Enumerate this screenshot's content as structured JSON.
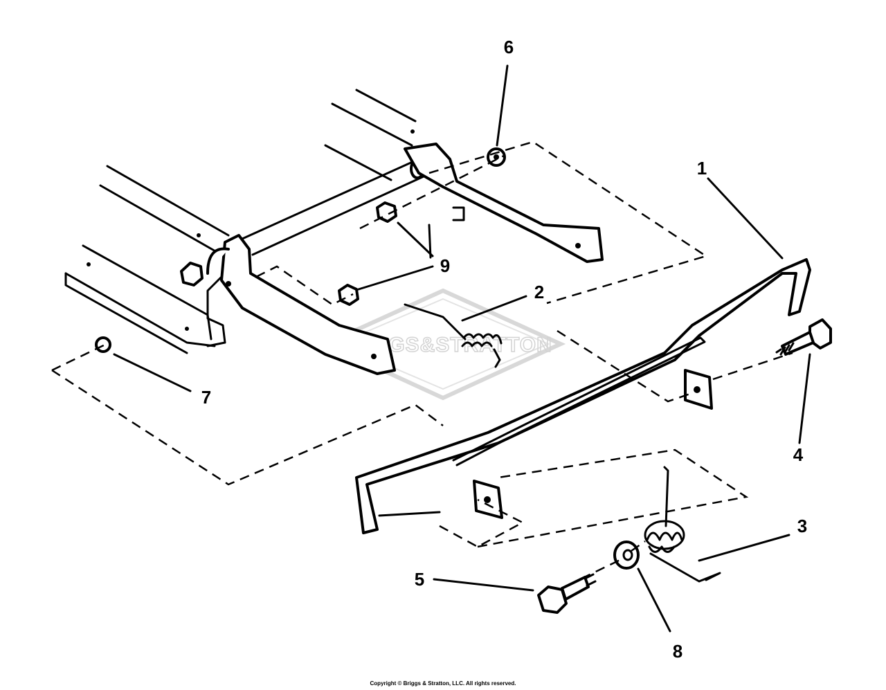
{
  "watermark": {
    "text": "BRIGGS&STRATTON"
  },
  "callouts": [
    {
      "id": "1",
      "label": "1"
    },
    {
      "id": "2",
      "label": "2"
    },
    {
      "id": "3",
      "label": "3"
    },
    {
      "id": "4",
      "label": "4"
    },
    {
      "id": "5",
      "label": "5"
    },
    {
      "id": "6",
      "label": "6"
    },
    {
      "id": "7",
      "label": "7"
    },
    {
      "id": "8",
      "label": "8"
    },
    {
      "id": "9a",
      "label": "9"
    }
  ],
  "copyright": "Copyright © Briggs & Stratton, LLC. All rights reserved."
}
